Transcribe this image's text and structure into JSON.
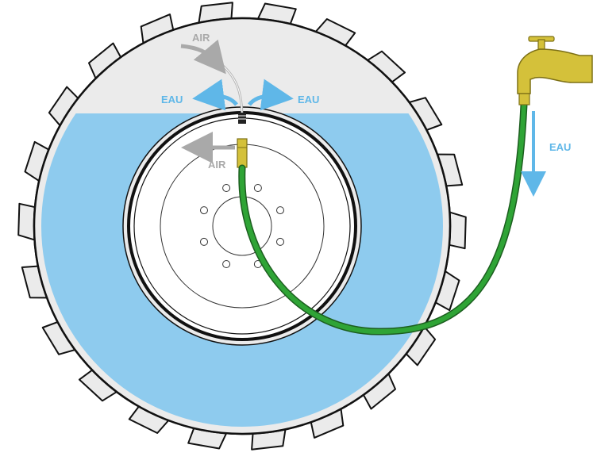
{
  "labels": {
    "air_top": "AIR",
    "air_side": "AIR",
    "eau_left": "EAU",
    "eau_right": "EAU",
    "eau_tap": "EAU"
  },
  "colors": {
    "water": "#8ecbee",
    "water_arrow": "#5fb7e8",
    "air_arrow": "#a9a9a9",
    "tire": "#ebebeb",
    "outline": "#111111",
    "hose": "#2fa436",
    "hose_dark": "#1c5e1f",
    "brass": "#d4c13a",
    "brass_dark": "#7d7015"
  },
  "icons": {
    "tire": "tractor-tire-icon",
    "faucet": "water-faucet-icon",
    "hose": "garden-hose-icon",
    "valve": "tire-valve-icon"
  }
}
